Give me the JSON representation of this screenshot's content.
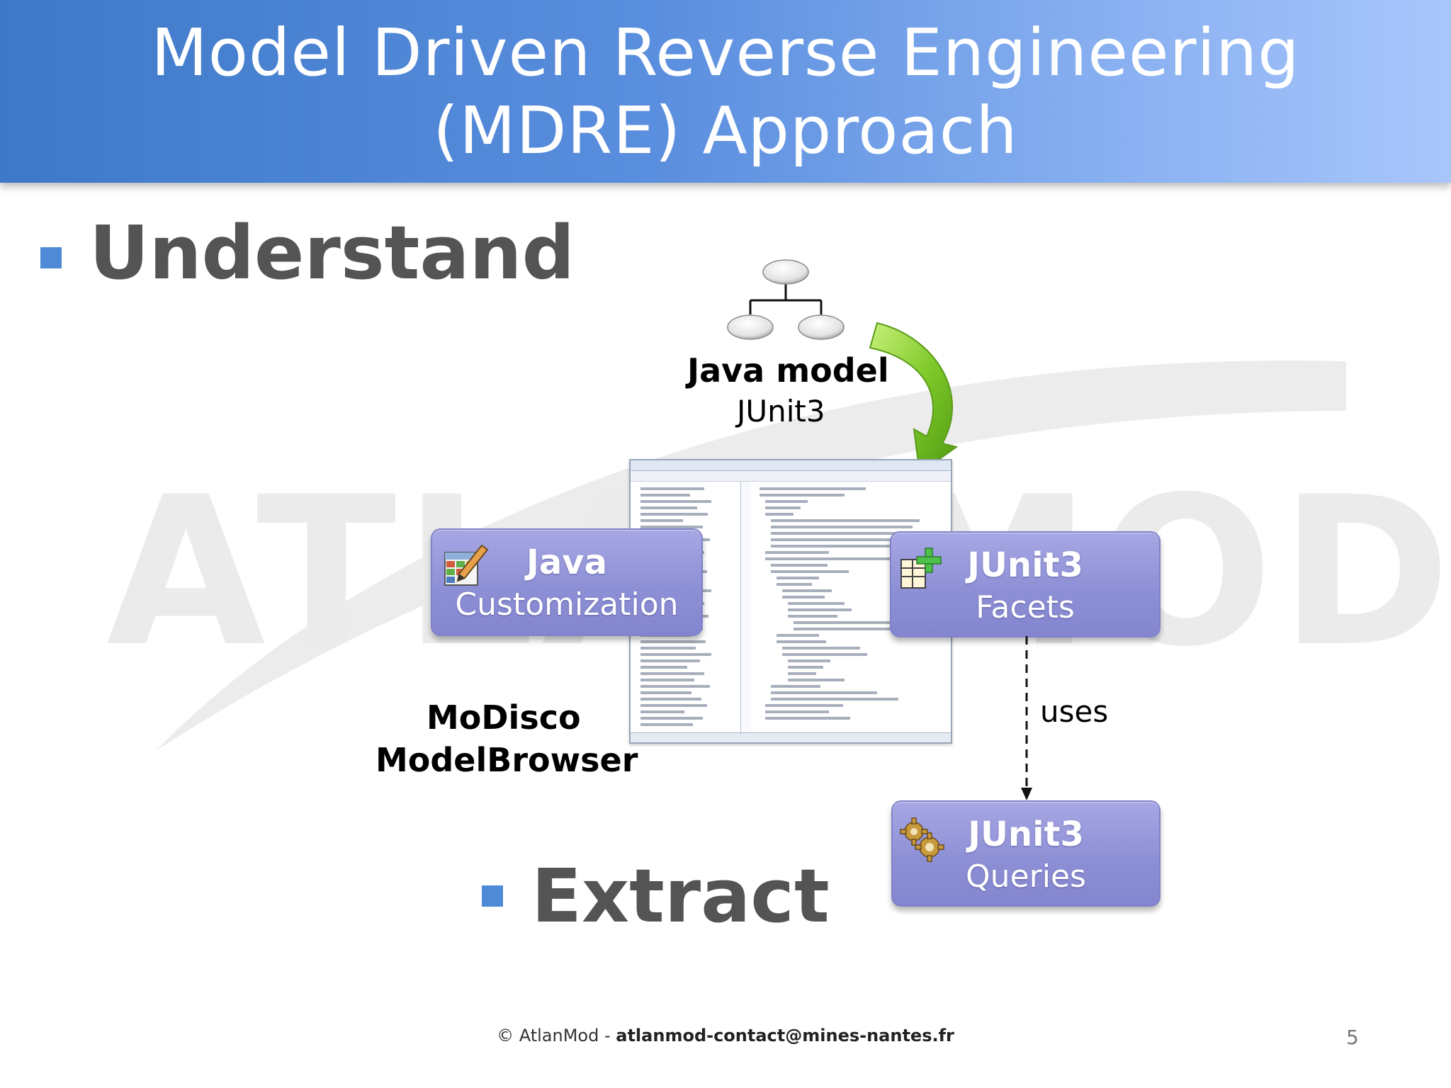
{
  "slide": {
    "title_line1": "Model Driven Reverse Engineering",
    "title_line2": "(MDRE) Approach",
    "watermark": "ATLANMOD",
    "bullet_understand": "Understand",
    "bullet_extract": "Extract",
    "java_model_label": "Java model",
    "java_model_sub": "JUnit3",
    "modisco_line1": "MoDisco",
    "modisco_line2": "ModelBrowser",
    "uses_label": "uses",
    "box_java": {
      "line1": "Java",
      "line2": "Customization",
      "icon": "table-pencil-icon"
    },
    "box_facets": {
      "line1": "JUnit3",
      "line2": "Facets",
      "icon": "table-plus-icon"
    },
    "box_queries": {
      "line1": "JUnit3",
      "line2": "Queries",
      "icon": "gears-icon"
    },
    "footer_copy": "© AtlanMod  -  ",
    "footer_email": "atlanmod-contact@mines-nantes.fr",
    "page_number": "5",
    "colors": {
      "title_bar": "#4a84d2",
      "bullet": "#4f8ad6",
      "box": "#9597da",
      "arrow": "#7fc92a"
    }
  }
}
